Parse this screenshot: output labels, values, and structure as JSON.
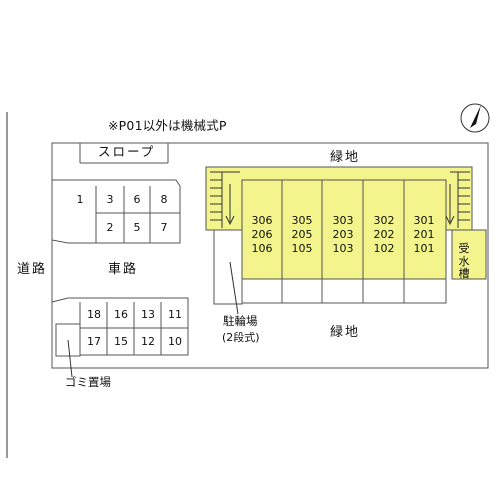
{
  "labels": {
    "note": "※P01以外は機械式P",
    "road_main": "道路",
    "road_car": "車路",
    "slope": "スロープ",
    "green_top": "緑地",
    "green_bottom": "緑地",
    "bike_parking": "駐輪場",
    "bike_parking_sub": "(2段式)",
    "trash": "ゴミ置場",
    "water_tank": "受水槽"
  },
  "parking_upper_row1": [
    "1",
    "3",
    "6",
    "8"
  ],
  "parking_upper_row2": [
    "2",
    "5",
    "7"
  ],
  "parking_lower_row1": [
    "18",
    "16",
    "13",
    "11"
  ],
  "parking_lower_row2": [
    "17",
    "15",
    "12",
    "10"
  ],
  "rooms": [
    [
      "306",
      "206",
      "106"
    ],
    [
      "305",
      "205",
      "105"
    ],
    [
      "303",
      "203",
      "103"
    ],
    [
      "302",
      "202",
      "102"
    ],
    [
      "301",
      "201",
      "101"
    ]
  ],
  "colors": {
    "building_fill": "#f4f48c",
    "line": "#333333"
  },
  "icons": {
    "north_arrow": "north-arrow-icon"
  }
}
